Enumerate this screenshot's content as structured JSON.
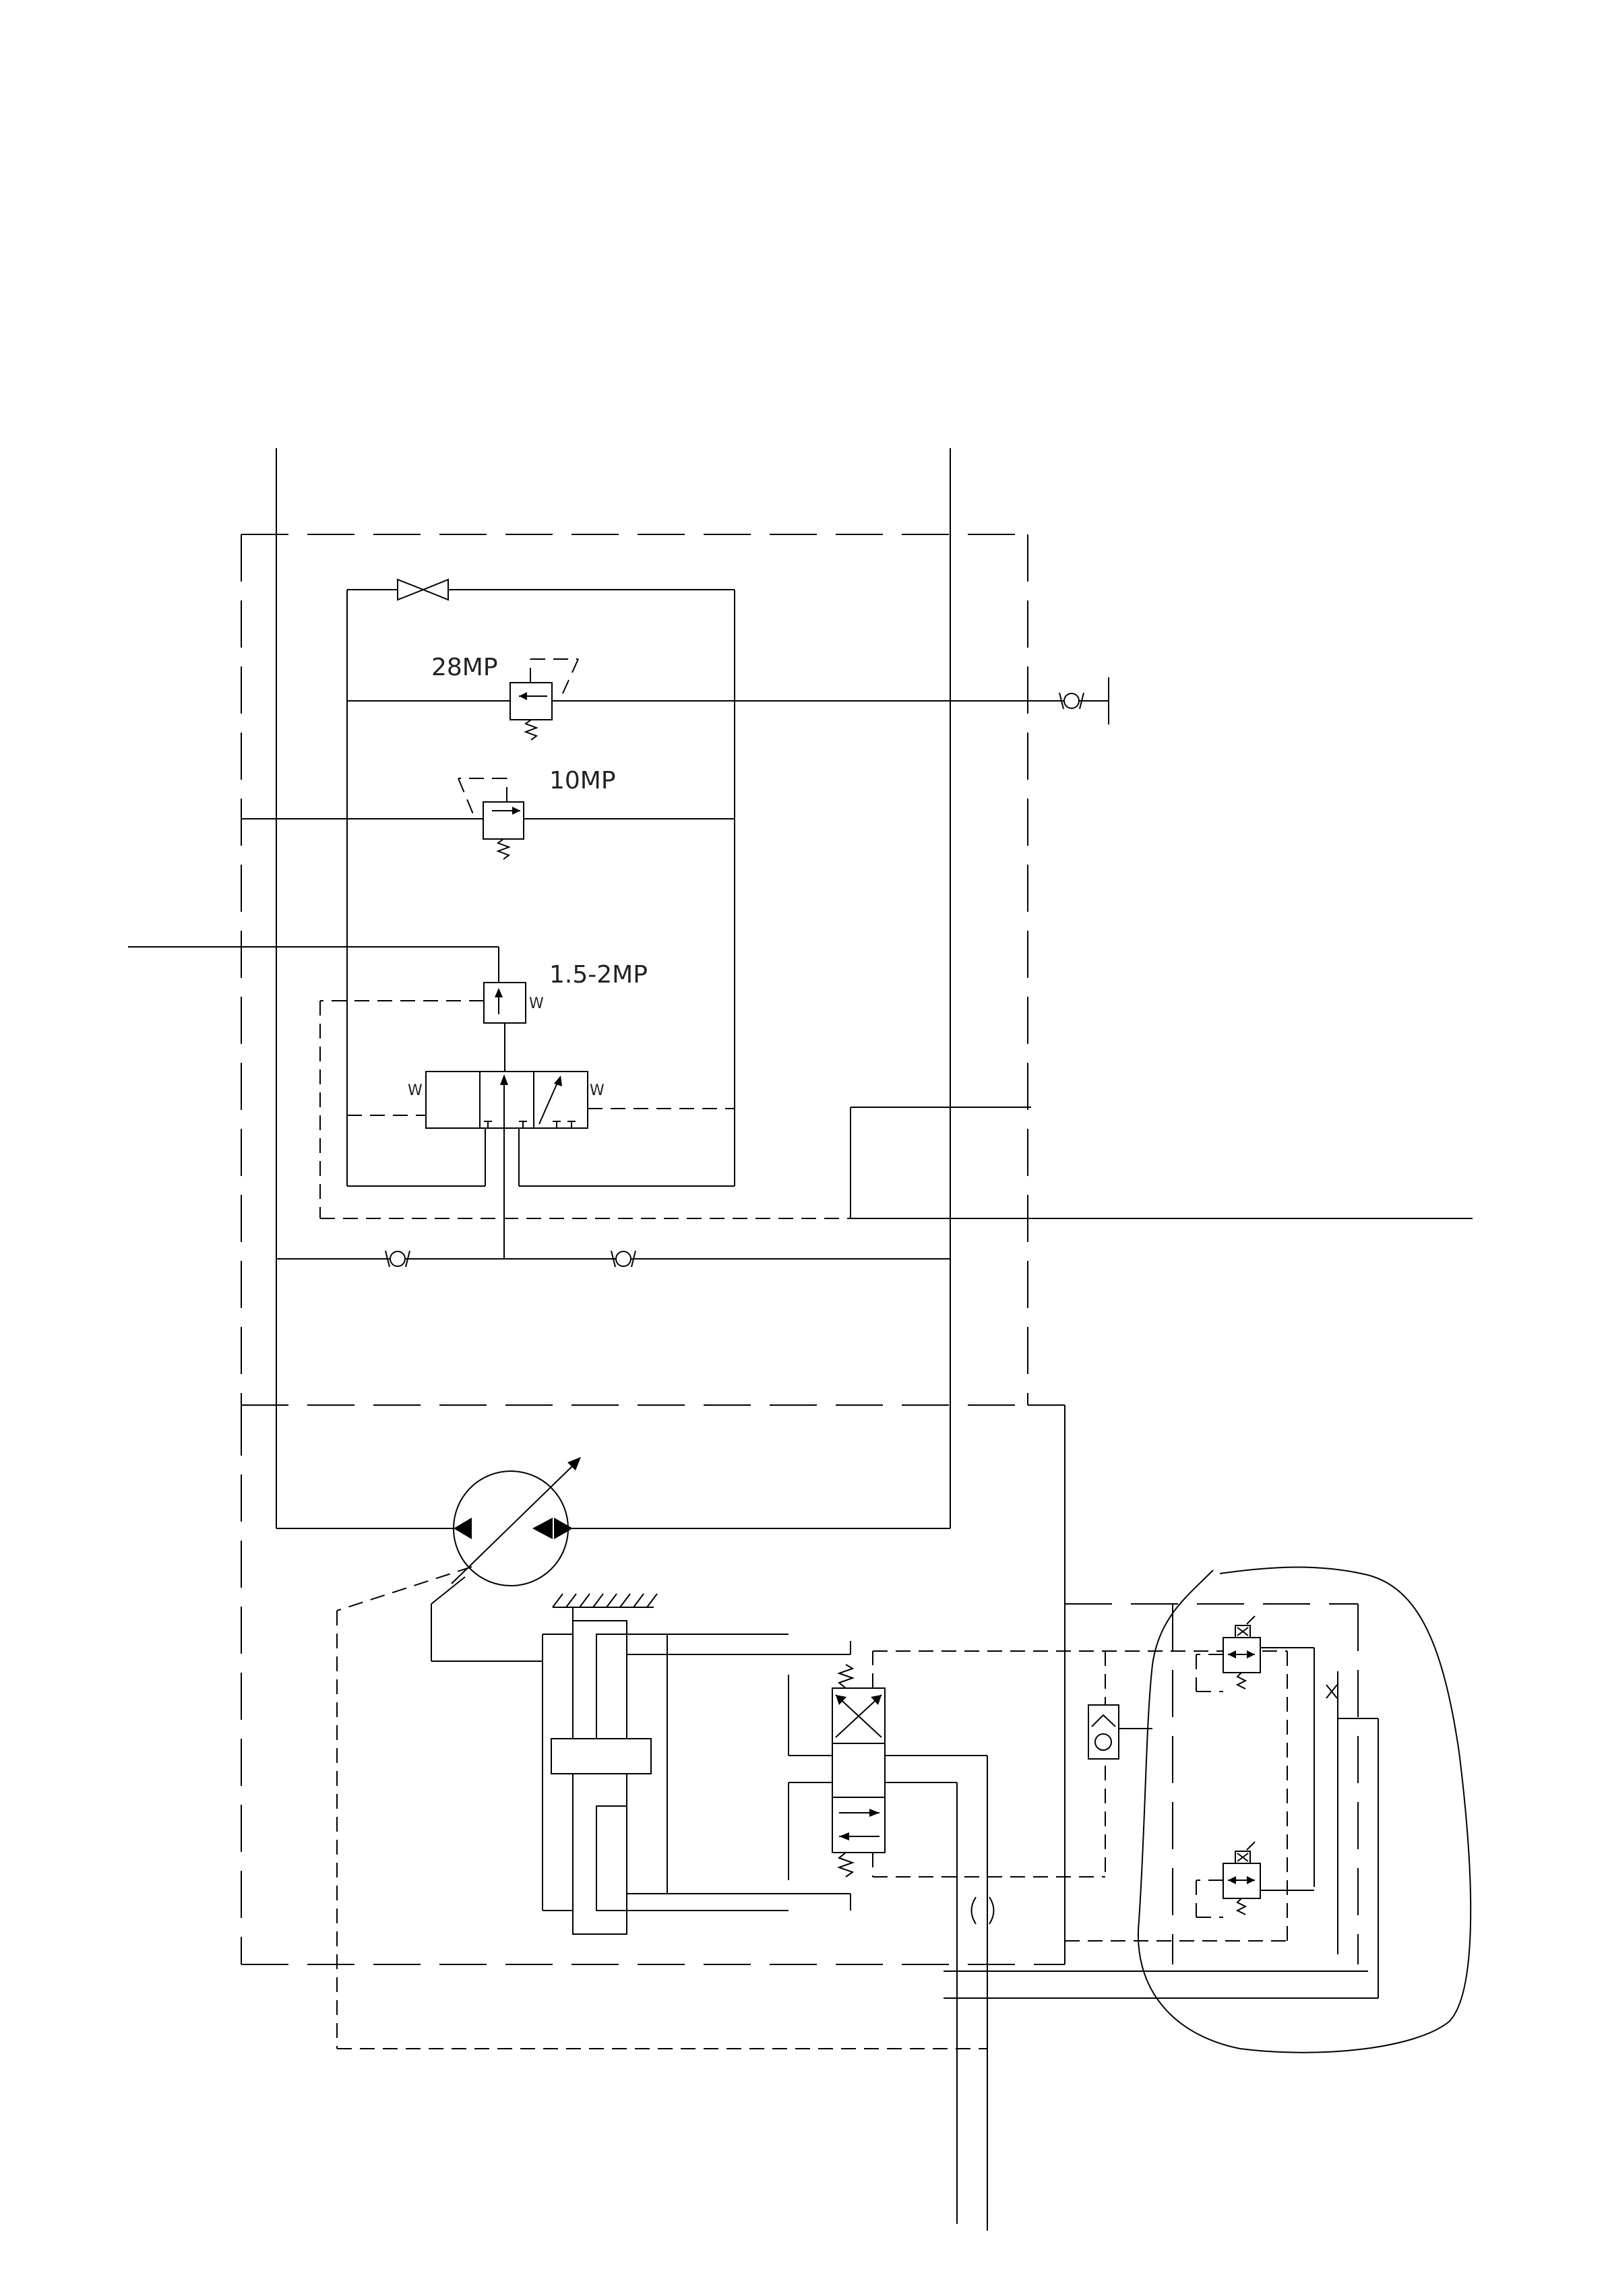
{
  "labels": {
    "relief_valve_high": "28MP",
    "relief_valve_mid": "10MP",
    "reducing_valve": "1.5-2MP"
  },
  "colors": {
    "line": "#000000",
    "background": "#ffffff"
  }
}
